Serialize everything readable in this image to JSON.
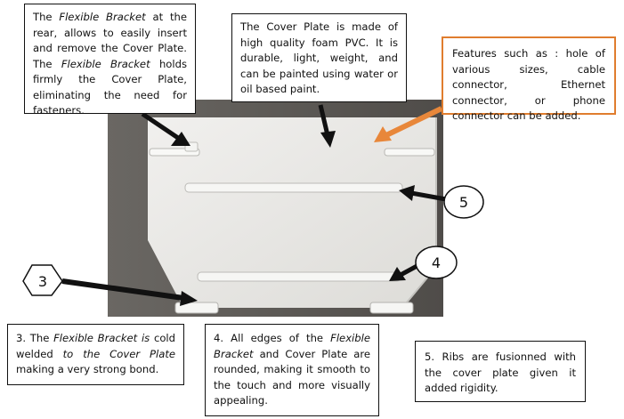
{
  "callouts": {
    "rear_bracket": {
      "p1": "The ",
      "i1": "Flexible Bracket",
      "p2": " at the rear, allows to easily insert and remove the Cover Plate. The ",
      "i2": "Flexible Bracket",
      "p3": " holds firmly the Cover Plate, eliminating the need for fasteners."
    },
    "material": {
      "text": "The Cover Plate is made of high quality foam PVC. It is durable, light, weight, and can be painted using water or oil based paint."
    },
    "features": {
      "text": "Features such as : hole of various sizes, cable connector, Ethernet connector, or phone connector can be added."
    },
    "note_3": {
      "p1": "3. The ",
      "i1": "Flexible Bracket is",
      "p2": " cold welded ",
      "i2": "to the Cover Plate",
      "p3": " making a very strong bond."
    },
    "note_4": {
      "p1": "4. All edges of the ",
      "i1": "Flexible Bracket",
      "p2": " and Cover Plate are rounded, making it smooth to the touch and more visually appealing."
    },
    "note_5": {
      "text": "5. Ribs are fusionned with the cover plate given it added rigidity."
    }
  },
  "markers": {
    "m3": "3",
    "m4": "4",
    "m5": "5"
  },
  "colors": {
    "wall": "#5a5753",
    "plate": "#e7e6e3",
    "arrow": "#111111",
    "feature_arrow": "#e8873a",
    "feature_border": "#e07d2e"
  }
}
